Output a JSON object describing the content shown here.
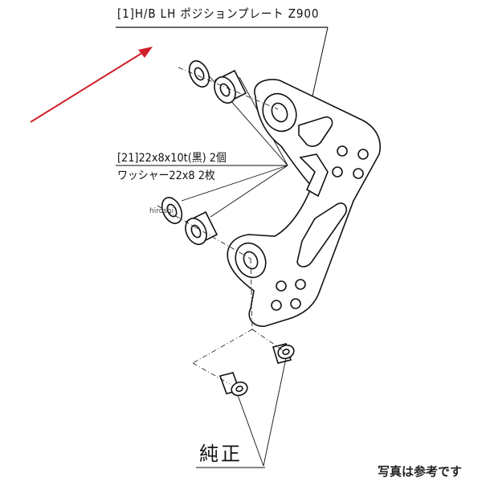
{
  "labels": {
    "title": "[1]H/B LH ポジションプレート Z900",
    "spacer": "[21]22x8x10t(黒) 2個",
    "washer": "ワッシャー22x8 2枚",
    "watermark": "hiroshi",
    "genuine": "純正",
    "note": "写真は参考です"
  },
  "colors": {
    "line": "#111111",
    "arrow": "#d0202a",
    "background": "#ffffff"
  }
}
